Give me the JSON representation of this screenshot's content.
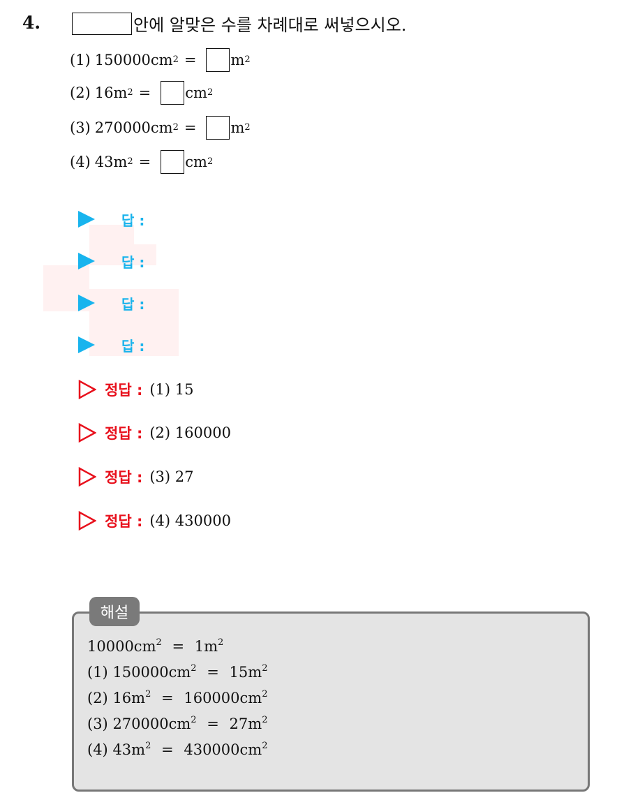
{
  "question": {
    "number": "4.",
    "instruction": "안에 알맞은 수를 차례대로 써넣으시오.",
    "items": [
      {
        "label": "(1)",
        "left": "150000cm",
        "left_exp": "2",
        "eq": "=",
        "right": "m",
        "right_exp": "2"
      },
      {
        "label": "(2)",
        "left": "16m",
        "left_exp": "2",
        "eq": "=",
        "right": "cm",
        "right_exp": "2"
      },
      {
        "label": "(3)",
        "left": "270000cm",
        "left_exp": "2",
        "eq": "=",
        "right": "m",
        "right_exp": "2"
      },
      {
        "label": "(4)",
        "left": "43m",
        "left_exp": "2",
        "eq": "=",
        "right": "cm",
        "right_exp": "2"
      }
    ]
  },
  "answer_rows": [
    {
      "label": "답 :",
      "icon": "blue-triangle-icon"
    },
    {
      "label": "답 :",
      "icon": "blue-triangle-icon"
    },
    {
      "label": "답 :",
      "icon": "blue-triangle-icon"
    },
    {
      "label": "답 :",
      "icon": "blue-triangle-icon"
    }
  ],
  "solutions": [
    {
      "label": "정답 :",
      "value": "(1) 15"
    },
    {
      "label": "정답 :",
      "value": "(2) 160000"
    },
    {
      "label": "정답 :",
      "value": "(3) 27"
    },
    {
      "label": "정답 :",
      "value": "(4) 430000"
    }
  ],
  "explanation": {
    "title": "해설",
    "lines": [
      {
        "pre": "",
        "a": "10000cm",
        "a_exp": "2",
        "eq": "=",
        "b": "1m",
        "b_exp": "2"
      },
      {
        "pre": "(1)",
        "a": "150000cm",
        "a_exp": "2",
        "eq": "=",
        "b": "15m",
        "b_exp": "2"
      },
      {
        "pre": "(2)",
        "a": "16m",
        "a_exp": "2",
        "eq": "=",
        "b": "160000cm",
        "b_exp": "2"
      },
      {
        "pre": "(3)",
        "a": "270000cm",
        "a_exp": "2",
        "eq": "=",
        "b": "27m",
        "b_exp": "2"
      },
      {
        "pre": "(4)",
        "a": "43m",
        "a_exp": "2",
        "eq": "=",
        "b": "430000cm",
        "b_exp": "2"
      }
    ]
  },
  "colors": {
    "answer_accent": "#19b3ec",
    "solution_accent": "#e8101c",
    "explanation_box": "#e4e4e4",
    "explanation_border": "#777777"
  }
}
